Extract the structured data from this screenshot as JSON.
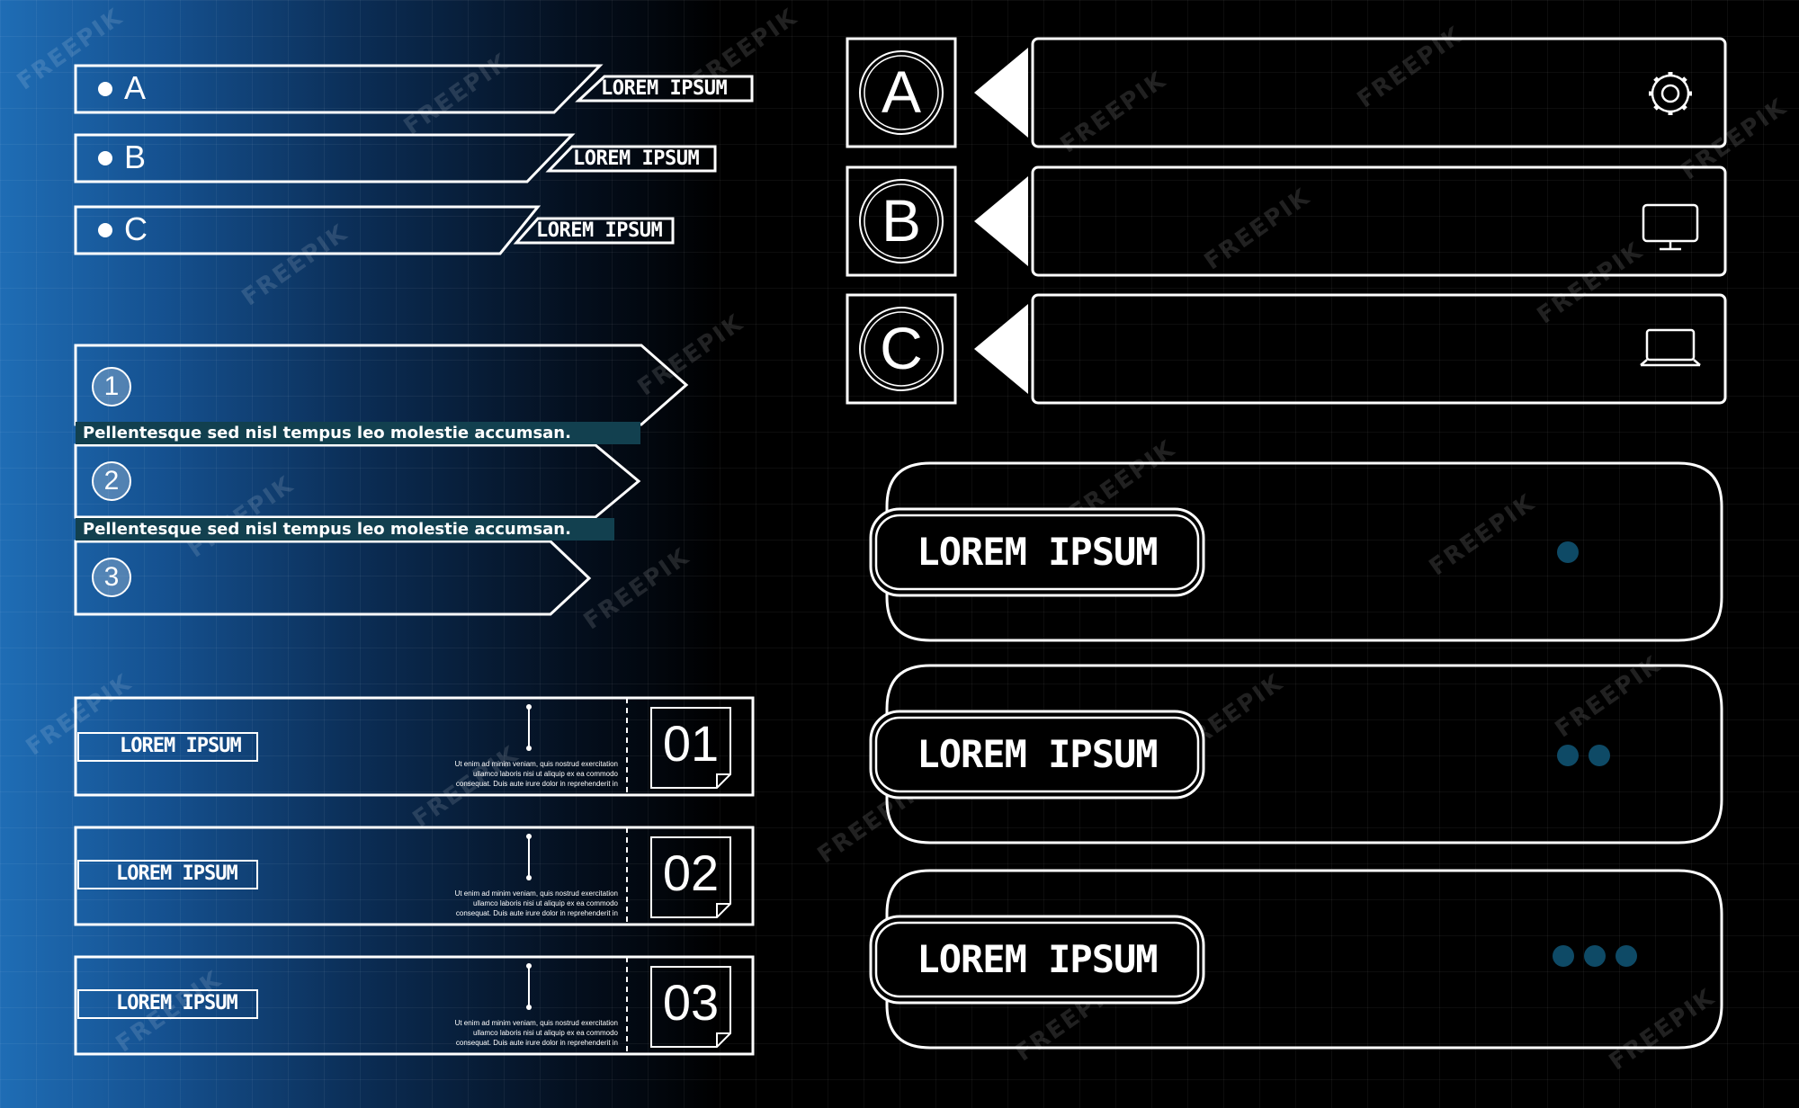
{
  "watermark": "FREEPIK",
  "tag_list": [
    {
      "letter": "A",
      "tag": "LOREM IPSUM"
    },
    {
      "letter": "B",
      "tag": "LOREM IPSUM"
    },
    {
      "letter": "C",
      "tag": "LOREM IPSUM"
    }
  ],
  "step_list": [
    {
      "number": "1",
      "description": "Pellentesque sed nisl tempus leo molestie accumsan."
    },
    {
      "number": "2",
      "description": "Pellentesque sed nisl tempus leo molestie accumsan."
    },
    {
      "number": "3",
      "description": ""
    }
  ],
  "numbered_boxes": [
    {
      "label": "LOREM IPSUM",
      "body": "Ut enim ad minim veniam, quis nostrud exercitation ullamco laboris nisi ut aliquip ex ea commodo consequat. Duis aute irure dolor in reprehenderit in",
      "number": "01"
    },
    {
      "label": "LOREM IPSUM",
      "body": "Ut enim ad minim veniam, quis nostrud exercitation ullamco laboris nisi ut aliquip ex ea commodo consequat. Duis aute irure dolor in reprehenderit in",
      "number": "02"
    },
    {
      "label": "LOREM IPSUM",
      "body": "Ut enim ad minim veniam, quis nostrud exercitation ullamco laboris nisi ut aliquip ex ea commodo consequat. Duis aute irure dolor in reprehenderit in",
      "number": "03"
    }
  ],
  "letter_panels": [
    {
      "letter": "A",
      "icon": "gear-icon"
    },
    {
      "letter": "B",
      "icon": "monitor-icon"
    },
    {
      "letter": "C",
      "icon": "laptop-icon"
    }
  ],
  "pill_panels": [
    {
      "label": "LOREM IPSUM",
      "dots": 1
    },
    {
      "label": "LOREM IPSUM",
      "dots": 2
    },
    {
      "label": "LOREM IPSUM",
      "dots": 3
    }
  ],
  "colors": {
    "accent_blue": "#1f6db5",
    "dot": "#0e4a66",
    "desc_bar": "#12404f"
  }
}
